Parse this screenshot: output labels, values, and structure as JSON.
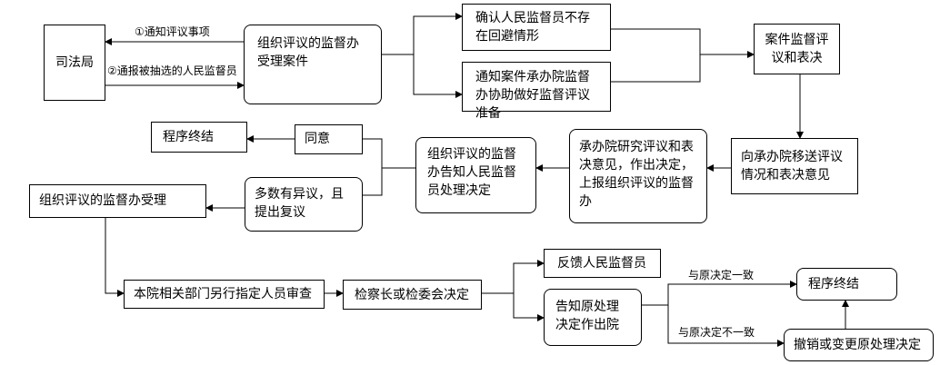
{
  "nodes": {
    "sifaju": "司法局",
    "organize_office": "组织评议的监督办受理案件",
    "confirm_no_recusal": "确认人民监督员不存在回避情形",
    "notify_court": "通知案件承办院监督办协助做好监督评议准备",
    "case_review_vote": "案件监督评议和表决",
    "transfer_results": "向承办院移送评议情况和表决意见",
    "court_study": "承办院研究评议和表决意见，作出决定，上报组织评议的监督办",
    "notify_supervisors": "组织评议的监督办告知人民监督员处理决定",
    "agree": "同意",
    "end_top": "程序终结",
    "majority_objection": "多数有异议，且提出复议",
    "office_accept": "组织评议的监督办受理",
    "dept_review": "本院相关部门另行指定人员审查",
    "chief_decision": "检察长或检委会决定",
    "feedback": "反馈人民监督员",
    "notify_original": "告知原处理决定作出院",
    "end_bottom": "程序终结",
    "revoke_change": "撤销或变更原处理决定"
  },
  "edge_labels": {
    "notify_items": "①通知评议事项",
    "notify_selected": "②通报被抽选的人民监督员",
    "consistent": "与原决定一致",
    "inconsistent": "与原决定不一致"
  }
}
